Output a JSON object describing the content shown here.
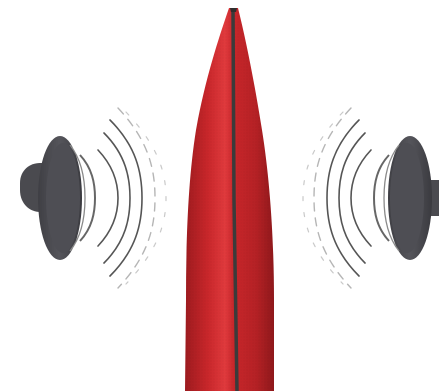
{
  "scene": {
    "background": "#ffffff",
    "panel": {
      "name": "acoustic-panel",
      "fabric_color": "#c8262a",
      "fabric_shadow": "#9d1b1f",
      "fabric_highlight": "#e03a3d",
      "seam_color": "#3b3b3b"
    },
    "speakers": [
      {
        "name": "left-speaker-icon",
        "side": "left"
      },
      {
        "name": "right-speaker-icon",
        "side": "right"
      }
    ],
    "sound_waves": {
      "color": "#7a7a7a",
      "dash_color": "#b5b5b5"
    },
    "speaker_color": "#4a4a4f"
  }
}
